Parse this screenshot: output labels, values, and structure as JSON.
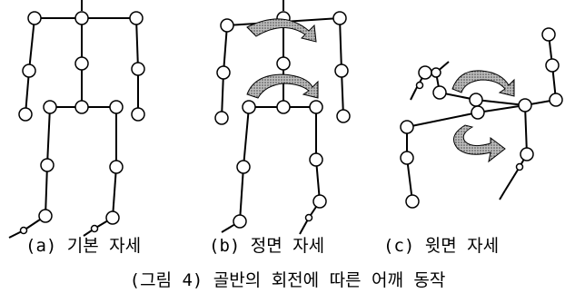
{
  "figure": {
    "caption": "(그림 4) 골반의 회전에 따른 어깨 동작",
    "panels": [
      {
        "id": "a",
        "label": "(a) 기본 자세"
      },
      {
        "id": "b",
        "label": "(b) 정면 자세"
      },
      {
        "id": "c",
        "label": "(c) 윗면 자세"
      }
    ]
  },
  "colors": {
    "line": "#000000",
    "joint_fill": "#ffffff",
    "arrow_fill": "#8e8e8e"
  },
  "icons": [
    "rotation-arrow-icon"
  ]
}
